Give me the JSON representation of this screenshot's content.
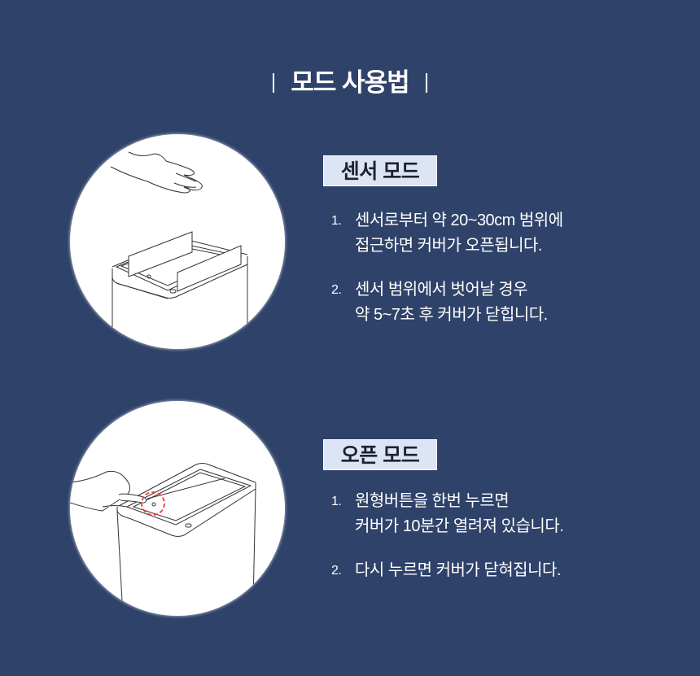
{
  "title": "모드 사용법",
  "sections": [
    {
      "label": "센서 모드",
      "items": [
        {
          "num": "1.",
          "line1": "센서로부터 약 20~30cm 범위에",
          "line2": "접근하면 커버가 오픈됩니다."
        },
        {
          "num": "2.",
          "line1": "센서 범위에서 벗어날 경우",
          "line2": "약 5~7초 후 커버가 닫힙니다."
        }
      ]
    },
    {
      "label": "오픈 모드",
      "items": [
        {
          "num": "1.",
          "line1": "원형버튼을 한번 누르면",
          "line2": "커버가 10분간 열려져 있습니다."
        },
        {
          "num": "2.",
          "line1": "다시 누르면 커버가 닫혀집니다.",
          "line2": ""
        }
      ]
    }
  ],
  "colors": {
    "background": "#2f4269",
    "label_bg": "#dde5f5",
    "highlight": "#e8402a"
  }
}
